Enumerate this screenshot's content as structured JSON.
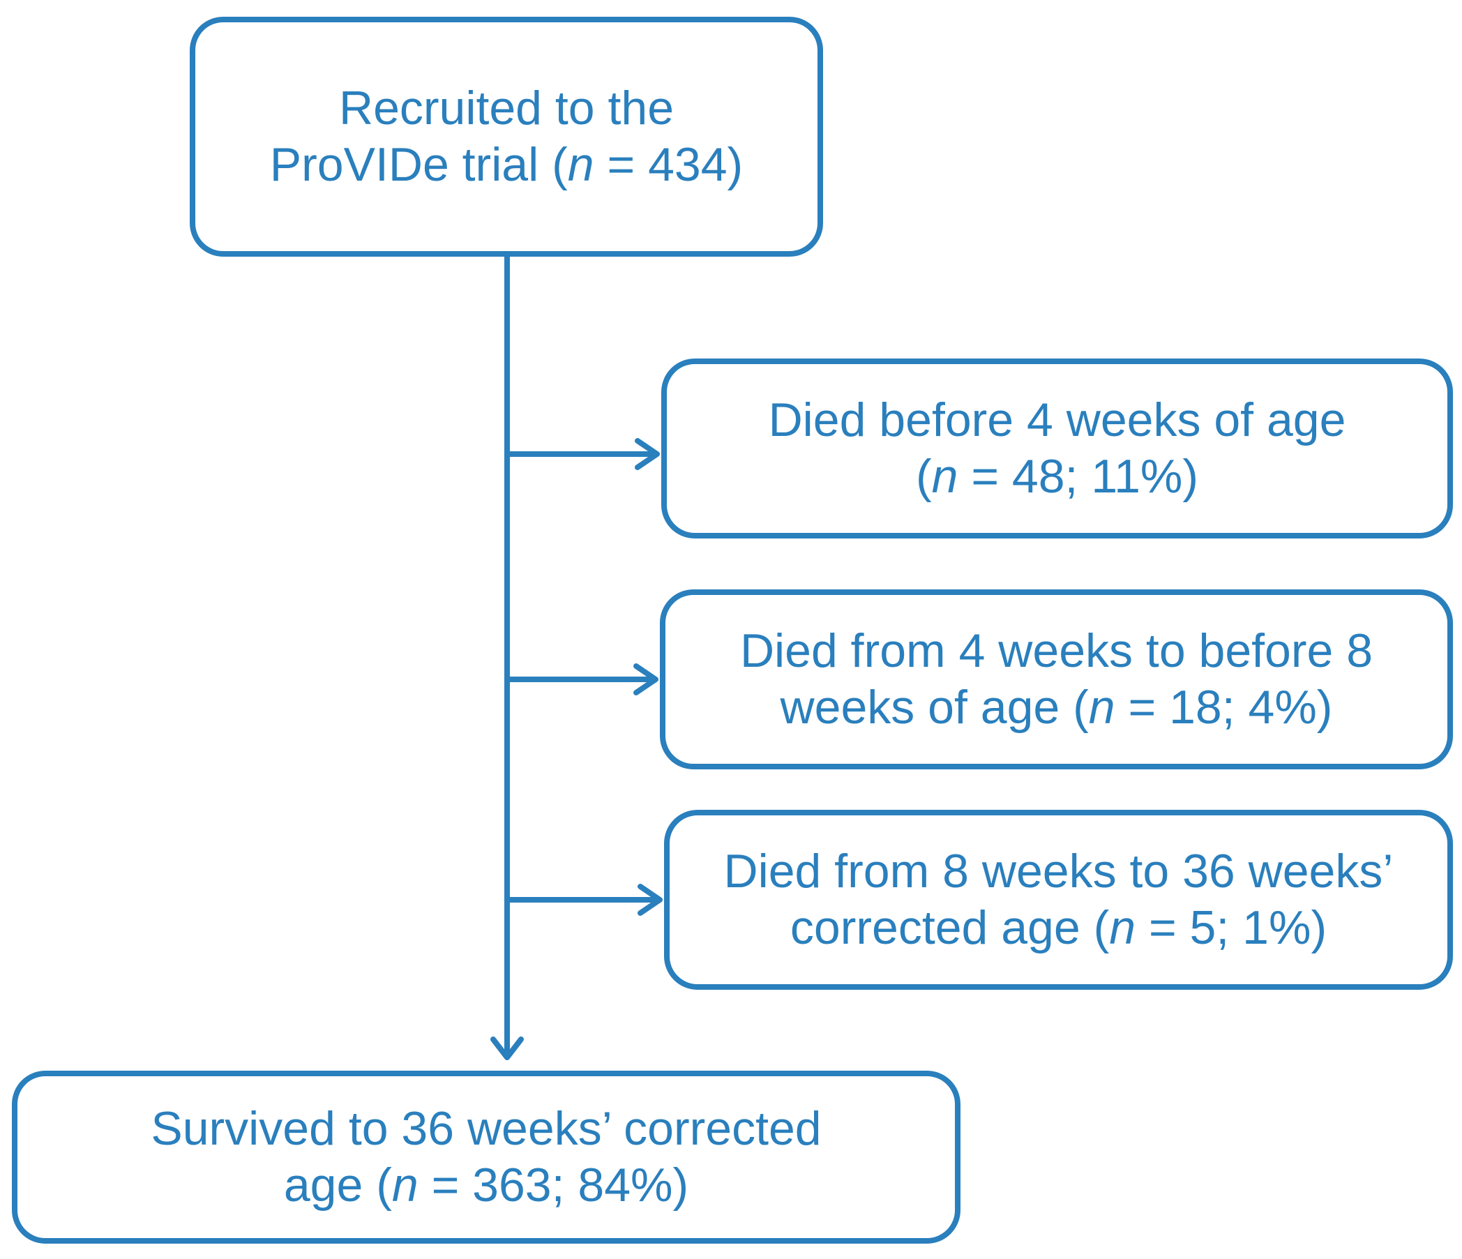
{
  "diagram": {
    "accent_color": "#2a7fbd",
    "recruited": {
      "line1": "Recruited to the",
      "line2_pre": "ProVIDe trial (",
      "n_symbol": "n",
      "line2_post": " = 434)"
    },
    "died_before_4": {
      "line1": "Died before 4 weeks of age",
      "line2_pre": "(",
      "n_symbol": "n",
      "line2_post": " = 48; 11%)"
    },
    "died_4_to_8": {
      "line1": "Died from 4 weeks to before 8",
      "line2_pre": "weeks of age (",
      "n_symbol": "n",
      "line2_post": " = 18; 4%)"
    },
    "died_8_to_36": {
      "line1": "Died from 8 weeks to 36 weeks’",
      "line2_pre": "corrected age (",
      "n_symbol": "n",
      "line2_post": " = 5; 1%)"
    },
    "survived": {
      "line1": "Survived to 36 weeks’ corrected",
      "line2_pre": "age (",
      "n_symbol": "n",
      "line2_post": " = 363; 84%)"
    }
  }
}
